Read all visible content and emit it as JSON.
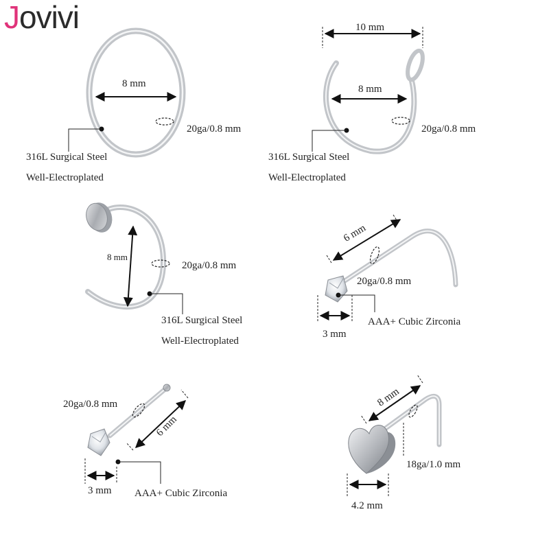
{
  "brand": {
    "part1": "J",
    "part2": "ovivi"
  },
  "colors": {
    "brand_pink": "#e0337a",
    "brand_dark": "#2b2b2b",
    "steel": "#b9bcc1"
  },
  "items": [
    {
      "labels": {
        "diameter": "8 mm",
        "gauge": "20ga/0.8 mm",
        "material": "316L Surgical Steel",
        "finish": "Well-Electroplated"
      }
    },
    {
      "labels": {
        "width": "10 mm",
        "diameter": "8 mm",
        "gauge": "20ga/0.8 mm",
        "material": "316L Surgical Steel",
        "finish": "Well-Electroplated"
      }
    },
    {
      "labels": {
        "diameter": "8 mm",
        "gauge": "20ga/0.8 mm",
        "material": "316L Surgical Steel",
        "finish": "Well-Electroplated"
      }
    },
    {
      "labels": {
        "length": "6 mm",
        "gauge": "20ga/0.8 mm",
        "stone_size": "3 mm",
        "stone": "AAA+ Cubic Zirconia"
      }
    },
    {
      "labels": {
        "gauge": "20ga/0.8 mm",
        "length": "6 mm",
        "stone_size": "3 mm",
        "stone": "AAA+ Cubic Zirconia"
      }
    },
    {
      "labels": {
        "length": "8 mm",
        "gauge": "18ga/1.0 mm",
        "head_size": "4.2 mm"
      }
    }
  ]
}
